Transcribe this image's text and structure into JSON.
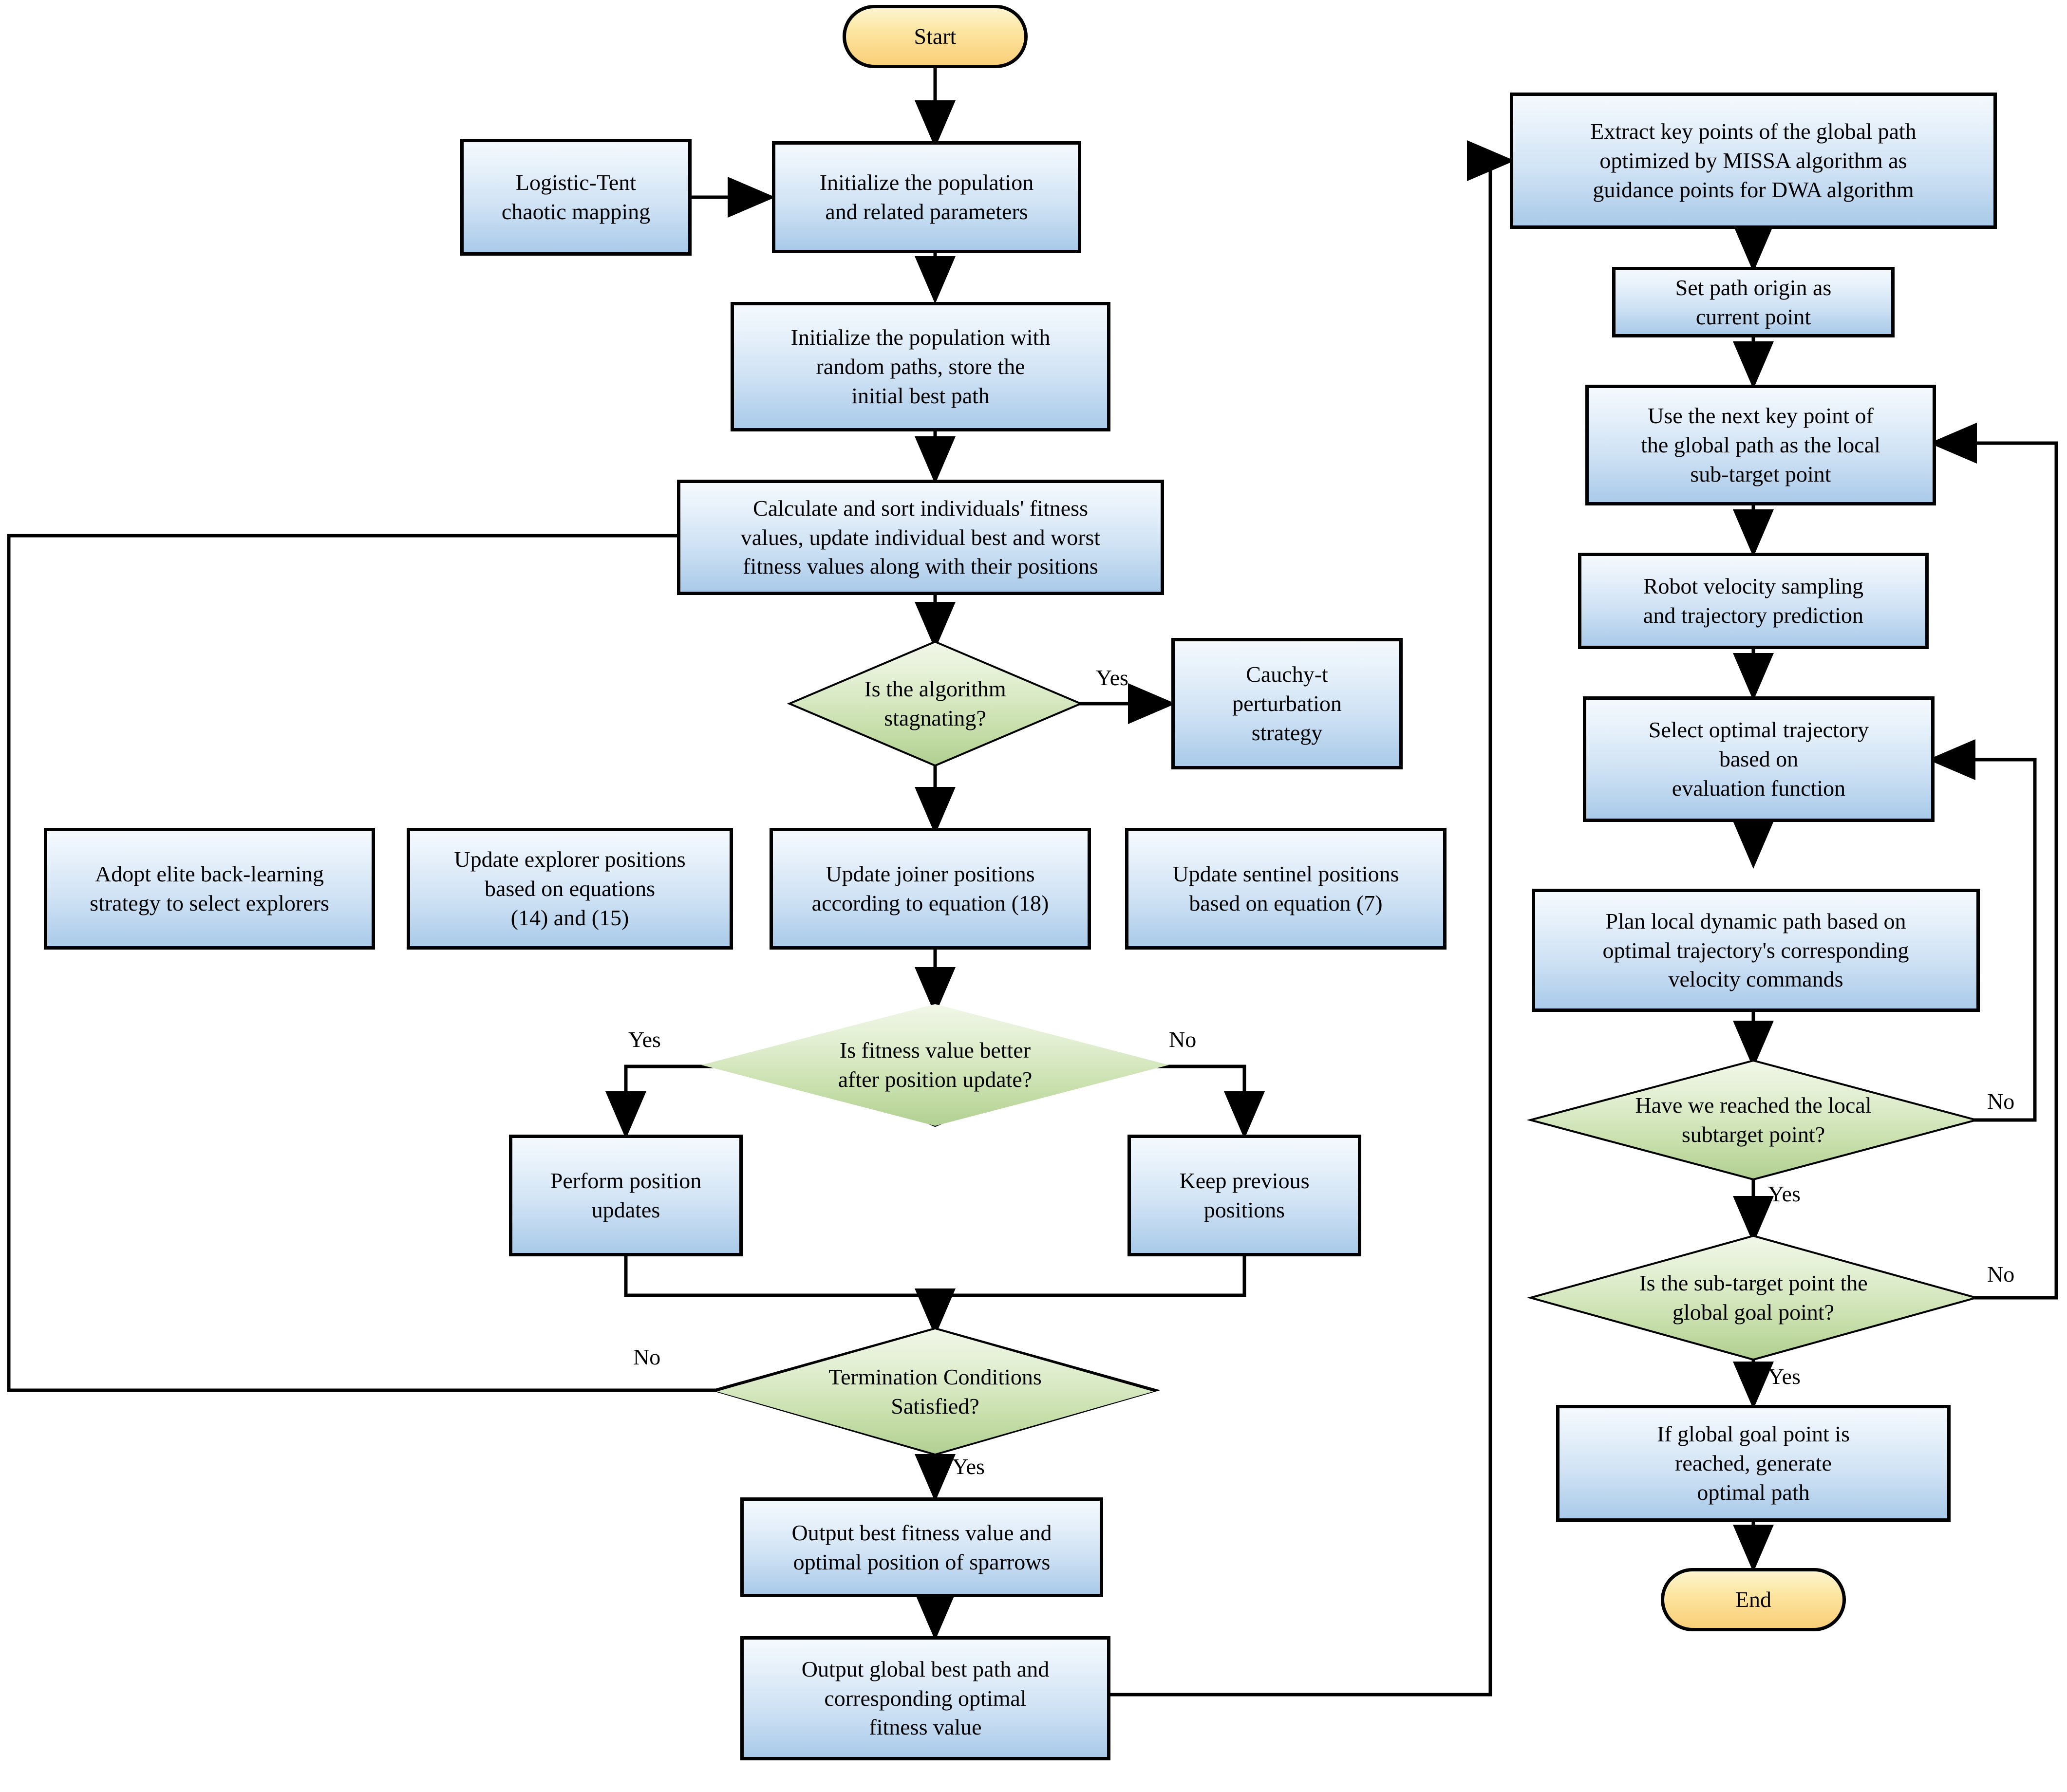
{
  "diagram": {
    "title": "MISSA global path planning and DWA local planning flowchart",
    "colors": {
      "process_fill_top": "#f4f9fd",
      "process_fill_bottom": "#a9cae9",
      "decision_fill_top": "#f1f7e8",
      "decision_fill_bottom": "#b2d092",
      "terminator_fill_top": "#fdf4cf",
      "terminator_fill_bottom": "#f9cf78",
      "stroke": "#000000",
      "background": "#ffffff"
    }
  },
  "nodes": {
    "start": {
      "label": "Start",
      "shape": "terminator"
    },
    "chaotic_map": {
      "label": "Logistic-Tent\nchaotic mapping",
      "shape": "process"
    },
    "init_pop_params": {
      "label": "Initialize the population\nand related parameters",
      "shape": "process"
    },
    "init_pop_paths": {
      "label": "Initialize the population with\nrandom paths, store the\ninitial best path",
      "shape": "process"
    },
    "calc_sort": {
      "label": "Calculate and sort individuals' fitness\nvalues, update individual best and worst\nfitness values along with their positions",
      "shape": "process"
    },
    "stagnating": {
      "label": "Is the algorithm\nstagnating?",
      "shape": "decision"
    },
    "cauchy": {
      "label": "Cauchy-t\nperturbation\nstrategy",
      "shape": "process"
    },
    "elite_back_learning": {
      "label": "Adopt elite back-learning\nstrategy to select explorers",
      "shape": "process"
    },
    "update_explorer": {
      "label": "Update explorer positions\nbased on equations\n(14) and (15)",
      "shape": "process"
    },
    "update_joiner": {
      "label": "Update joiner positions\naccording to equation (18)",
      "shape": "process"
    },
    "update_sentinel": {
      "label": "Update sentinel positions\nbased on equation (7)",
      "shape": "process"
    },
    "fitness_better": {
      "label": "Is fitness value better\nafter position update?",
      "shape": "decision"
    },
    "perform_updates": {
      "label": "Perform position\nupdates",
      "shape": "process"
    },
    "keep_previous": {
      "label": "Keep previous\npositions",
      "shape": "process"
    },
    "termination": {
      "label": "Termination Conditions\nSatisfied?",
      "shape": "decision"
    },
    "output_best_fitness": {
      "label": "Output best fitness value and\noptimal position of sparrows",
      "shape": "process"
    },
    "output_global_path": {
      "label": "Output global best path and\ncorresponding optimal\nfitness value",
      "shape": "process"
    },
    "extract_key_points": {
      "label": "Extract key points of the global path\noptimized by MISSA algorithm as\nguidance points for DWA algorithm",
      "shape": "process"
    },
    "set_path_origin": {
      "label": "Set path origin as\ncurrent point",
      "shape": "process"
    },
    "use_next_key_point": {
      "label": "Use the next key point of\nthe global path as the local\nsub-target point",
      "shape": "process"
    },
    "velocity_sampling": {
      "label": "Robot velocity sampling\nand trajectory prediction",
      "shape": "process"
    },
    "select_trajectory": {
      "label": "Select optimal trajectory\nbased on\nevaluation function",
      "shape": "process"
    },
    "plan_local_path": {
      "label": "Plan local dynamic path based on\noptimal trajectory's corresponding\nvelocity commands",
      "shape": "process"
    },
    "reached_subtarget": {
      "label": "Have we reached the local\nsubtarget point?",
      "shape": "decision"
    },
    "is_global_goal": {
      "label": "Is the sub-target point the\nglobal goal point?",
      "shape": "decision"
    },
    "generate_optimal_path": {
      "label": "If global goal point is\nreached, generate\noptimal path",
      "shape": "process"
    },
    "end": {
      "label": "End",
      "shape": "terminator"
    }
  },
  "edge_labels": {
    "stagnating_yes": "Yes",
    "fitness_yes": "Yes",
    "fitness_no": "No",
    "termination_no": "No",
    "termination_yes": "Yes",
    "subtarget_no": "No",
    "subtarget_yes": "Yes",
    "goal_no": "No",
    "goal_yes": "Yes"
  }
}
